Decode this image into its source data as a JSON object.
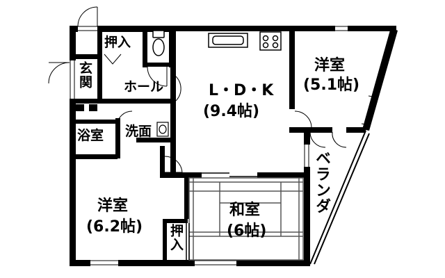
{
  "rooms": {
    "oshiire_top": "押入",
    "genkan": "玄関",
    "hall": "ホール",
    "bath": "浴室",
    "washroom": "洗面",
    "ldk_name": "L・D・K",
    "ldk_size": "(9.4帖)",
    "western_ne_name": "洋室",
    "western_ne_size": "(5.1帖)",
    "western_sw_name": "洋室",
    "western_sw_size": "(6.2帖)",
    "japanese_name": "和室",
    "japanese_size": "(6帖)",
    "oshiire_bottom": "押入",
    "veranda": "ベランダ"
  },
  "colors": {
    "wall": "#000000",
    "background": "#ffffff",
    "sliding_door": "#5a5a5a"
  },
  "icons": [
    "toilet-icon",
    "kitchen-sink-icon",
    "stove-icon",
    "washbasin-icon",
    "door-swing-icon"
  ]
}
